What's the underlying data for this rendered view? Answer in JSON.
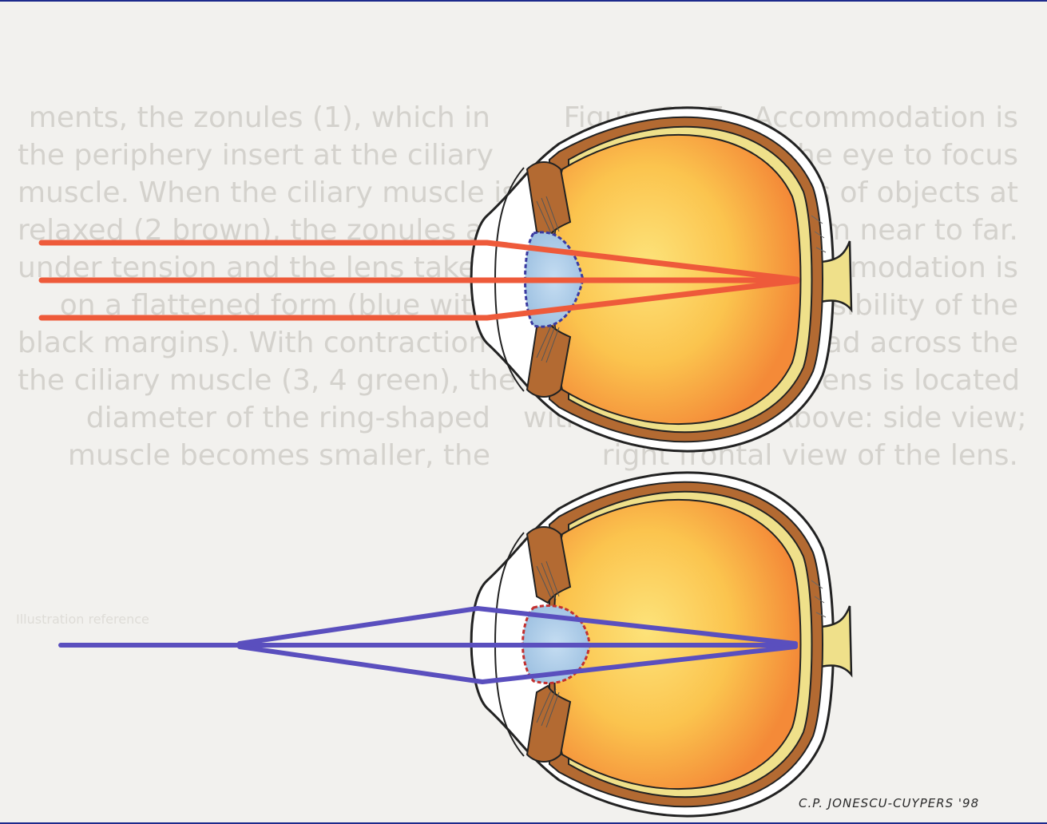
{
  "background_text": {
    "left_column": "ments, the zonules (1), which in\nthe periphery insert at the ciliary\nmuscle. When the ciliary muscle is\nrelaxed (2 brown), the zonules are\nunder tension and the lens takes\non a flattened form (blue with\nblack margins). With contraction of\nthe ciliary muscle (3, 4 green), the\ndiameter of the ring-shaped\nmuscle becomes smaller, the",
    "right_column": "Figure 15.7—Accommodation is\nthe ability of the eye to focus\nretinal images of objects at\ndistances from near to far.\nAccommodation is\nthe responsibility of the\nlens is spread across the\noptical system. The lens is located\nwithin the globe. Above: side view;\nright frontal view of the lens.",
    "small_label": "Illustration reference"
  },
  "signature": "C.P. JONESCU-CUYPERS '98",
  "colors": {
    "distant_rays": "#ee5a3a",
    "near_rays": "#5a4fbe",
    "sclera_fill": "#ffffff",
    "choroid": "#b36a32",
    "retina": "#efe08a",
    "vitreous_center": "#fcd964",
    "vitreous_edge": "#f7923a",
    "lens_fill": "#a9cbe8",
    "lens_margin_top": "#3a3aa0",
    "lens_margin_bottom": "#c23030"
  },
  "icons": {
    "top_eye": "eye-cross-section-icon",
    "bottom_eye": "eye-cross-section-icon"
  }
}
